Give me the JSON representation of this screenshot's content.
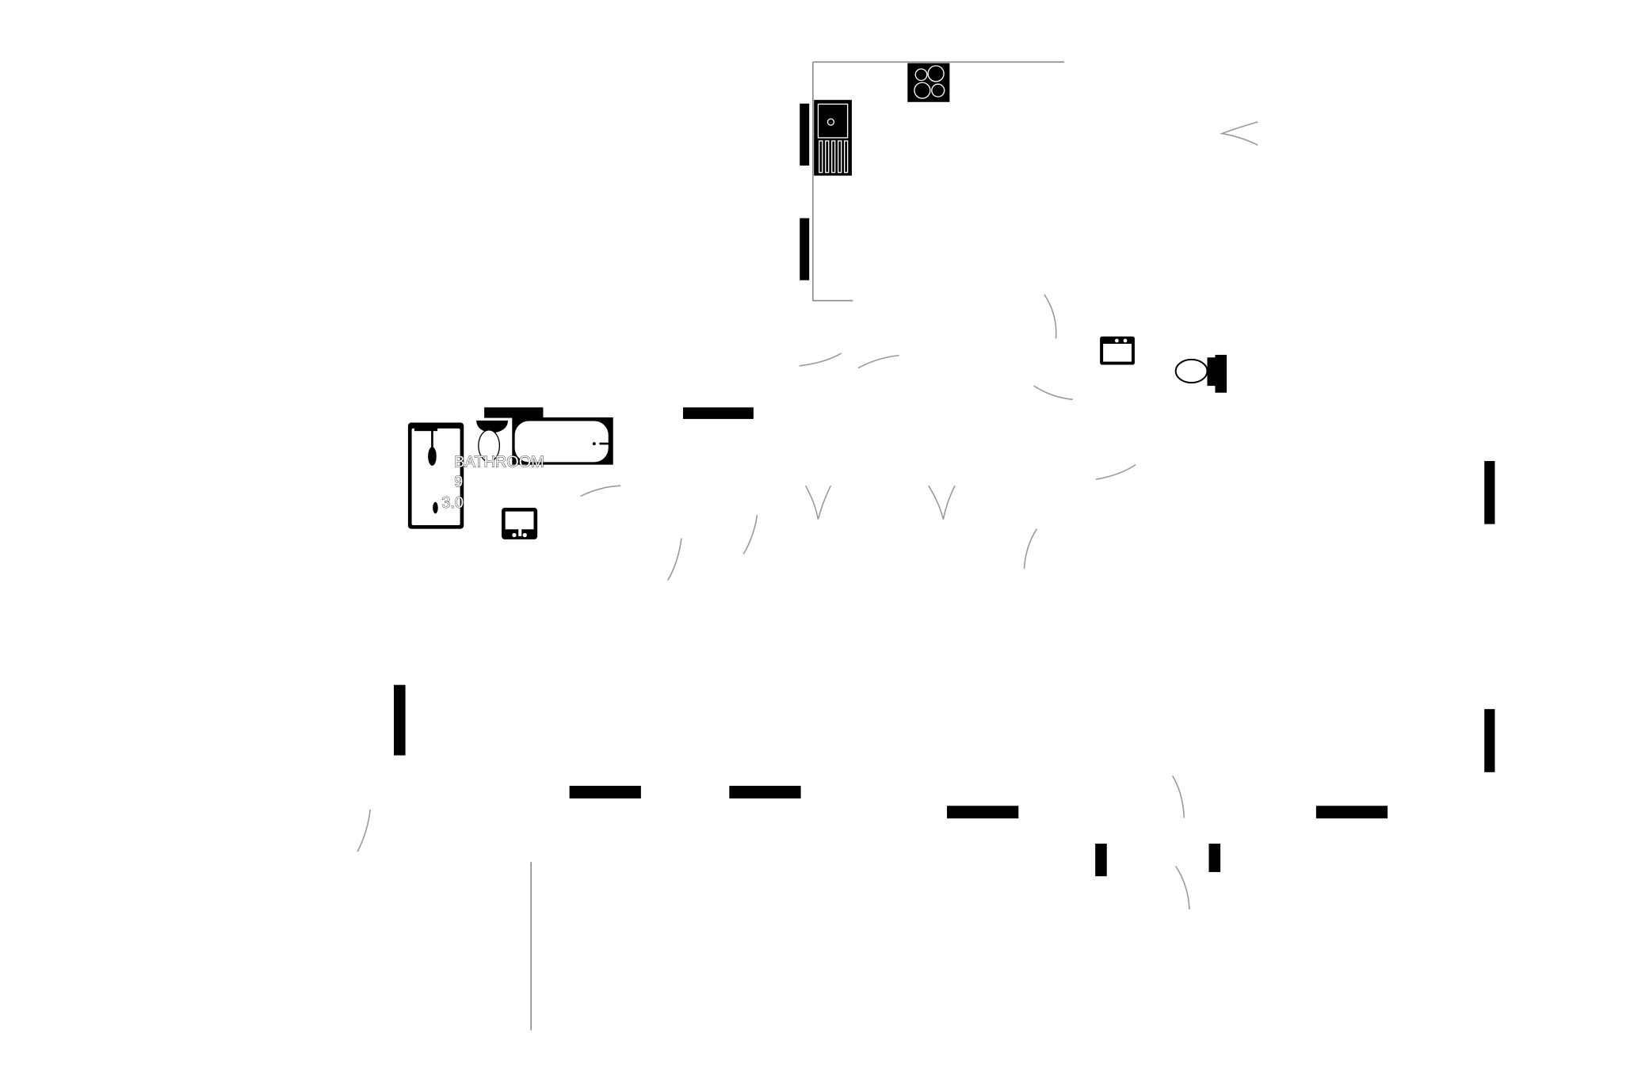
{
  "plan": {
    "rooms": [
      {
        "name": "BATHROOM",
        "dim_line1": "9",
        "dim_line2": "3.0"
      }
    ],
    "fixtures": [
      "hob-icon",
      "kitchen-sink-icon",
      "basin-icon",
      "toilet-icon",
      "shower-icon",
      "bath-icon"
    ],
    "colors": {
      "fixture": "#000000",
      "wall": "#888888",
      "background": "#ffffff"
    }
  }
}
